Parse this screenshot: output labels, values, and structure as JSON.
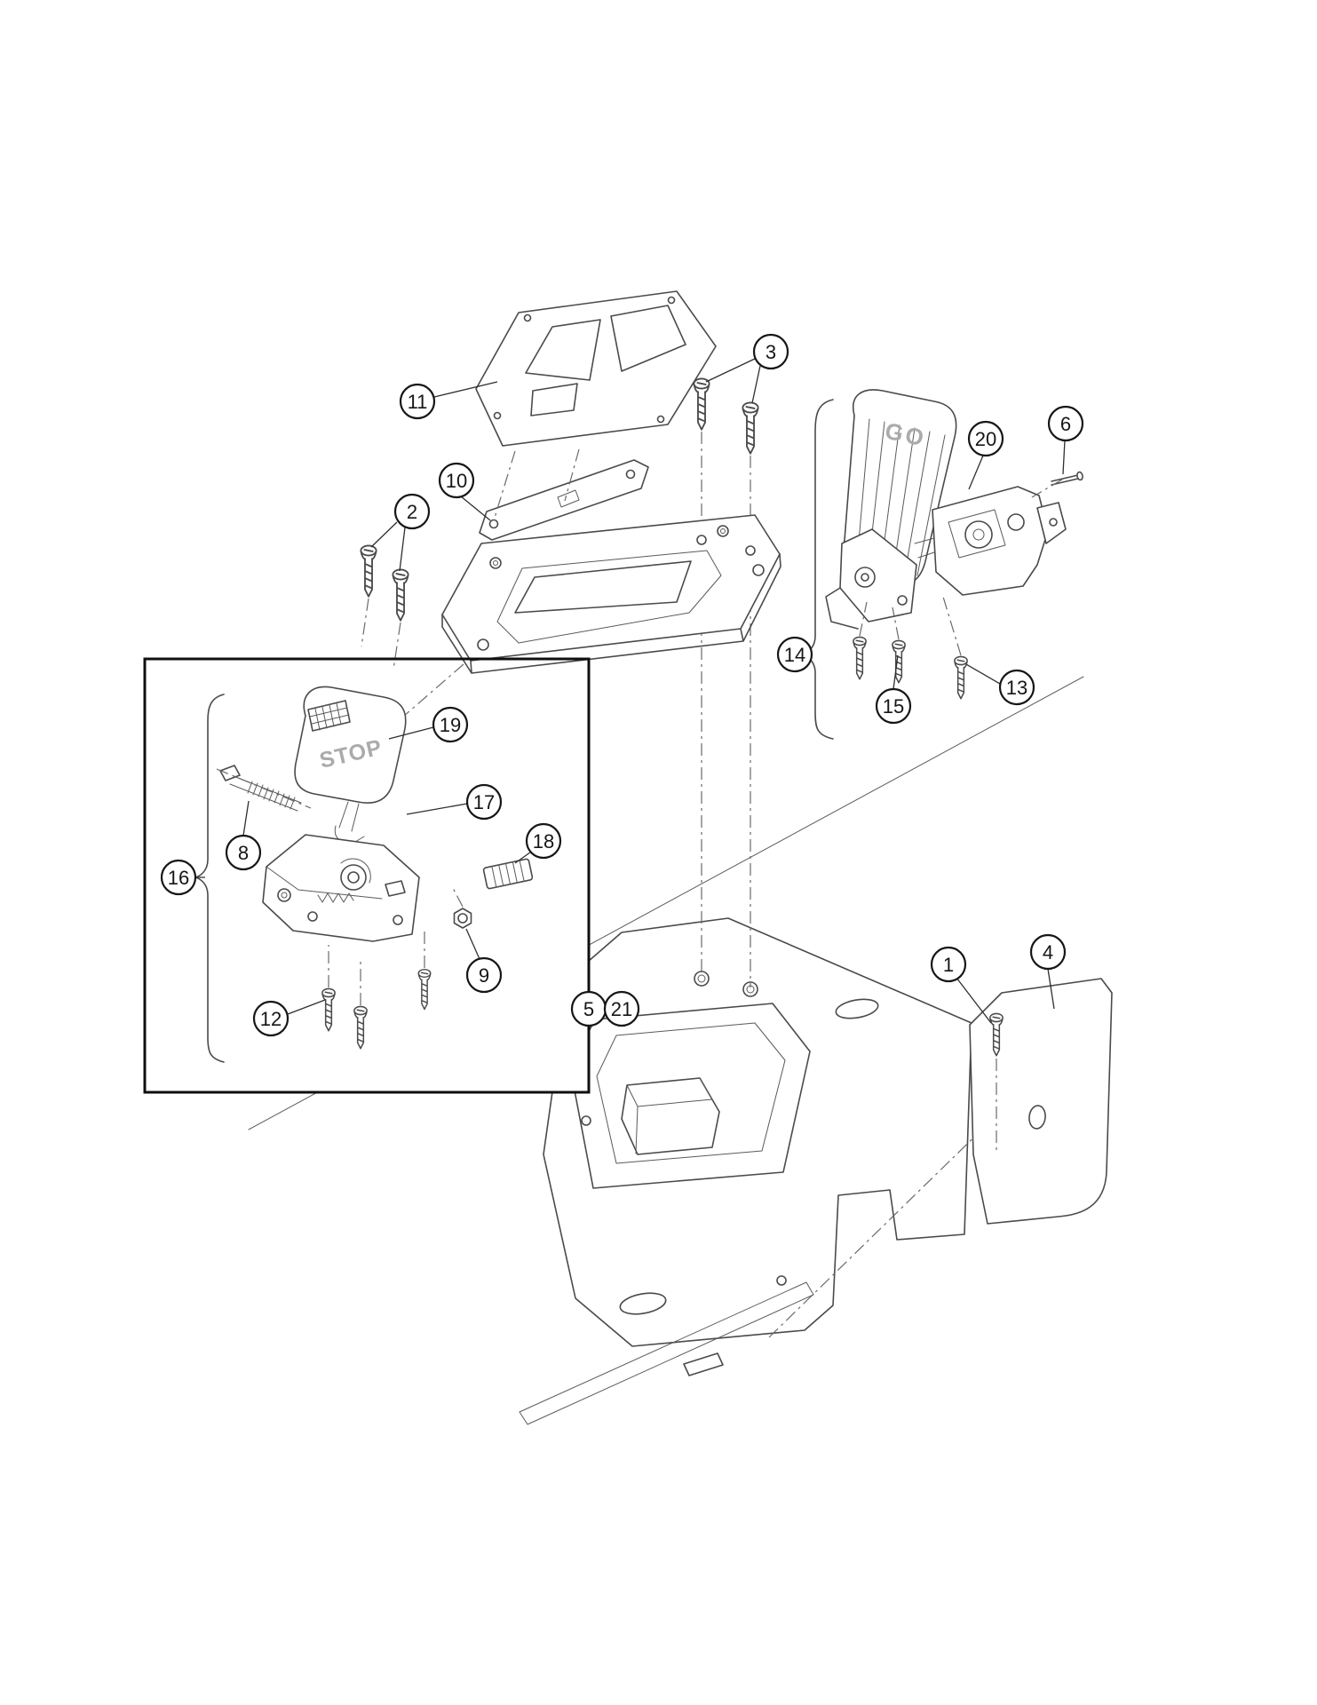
{
  "diagram": {
    "type": "exploded-parts-diagram",
    "labels": {
      "stop_pedal": "STOP",
      "go_pedal": "GO"
    },
    "callouts": {
      "n1": "1",
      "n2": "2",
      "n3": "3",
      "n4": "4",
      "n5": "5",
      "n6": "6",
      "n8": "8",
      "n9": "9",
      "n10": "10",
      "n11": "11",
      "n12": "12",
      "n13": "13",
      "n14": "14",
      "n15": "15",
      "n16": "16",
      "n17": "17",
      "n18": "18",
      "n19": "19",
      "n20": "20",
      "n21": "21"
    },
    "colors": {
      "background": "#ffffff",
      "line": "#4a4a4a",
      "callout": "#161616",
      "detail_box": "#0f0f0f",
      "pedal_text": "#ababab"
    }
  }
}
